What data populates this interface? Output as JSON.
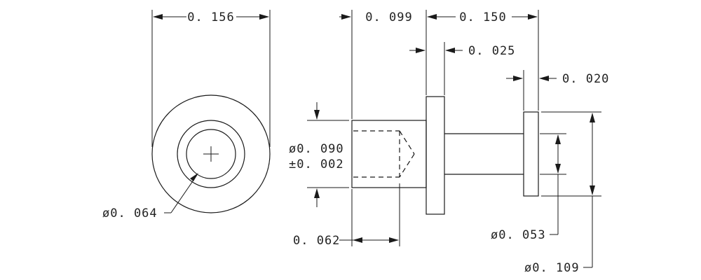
{
  "drawing": {
    "dimensions": {
      "overall_diameter_end_view": "0. 156",
      "inner_circle": "ø0. 064",
      "flange_to_front": "0. 099",
      "flange_to_back": "0. 150",
      "flange_thickness": "0. 025",
      "end_cap_thickness": "0. 020",
      "front_diameter_line1": "ø0. 090",
      "front_diameter_line2": "±0. 002",
      "front_bore_depth": "0. 062",
      "shaft_diameter": "ø0. 053",
      "end_cap_diameter": "ø0. 109"
    }
  }
}
